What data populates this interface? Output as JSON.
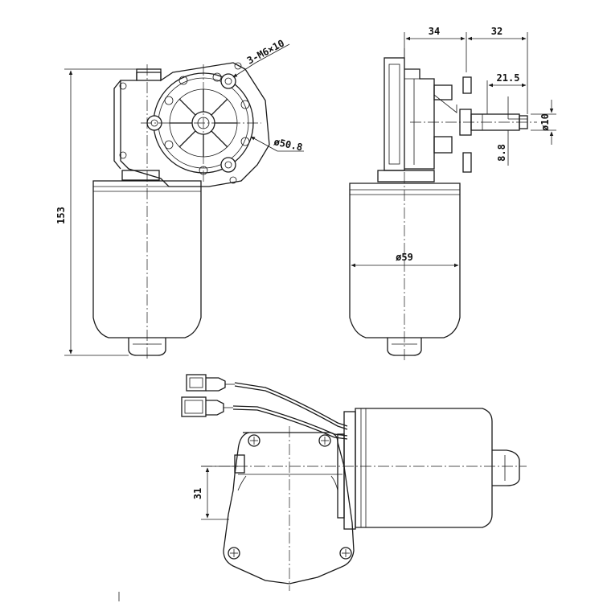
{
  "drawing": {
    "labels": {
      "thread_callout": "3-M6×10",
      "bolt_circle_dia": "ø50.8",
      "overall_height": "153",
      "depth_34": "34",
      "depth_32": "32",
      "shaft_length": "21.5",
      "shaft_dia": "ø10",
      "flat_depth": "8.8",
      "motor_dia": "ø59",
      "offset_31": "31"
    },
    "colors": {
      "line": "#1a1a1a",
      "background": "#ffffff"
    }
  }
}
